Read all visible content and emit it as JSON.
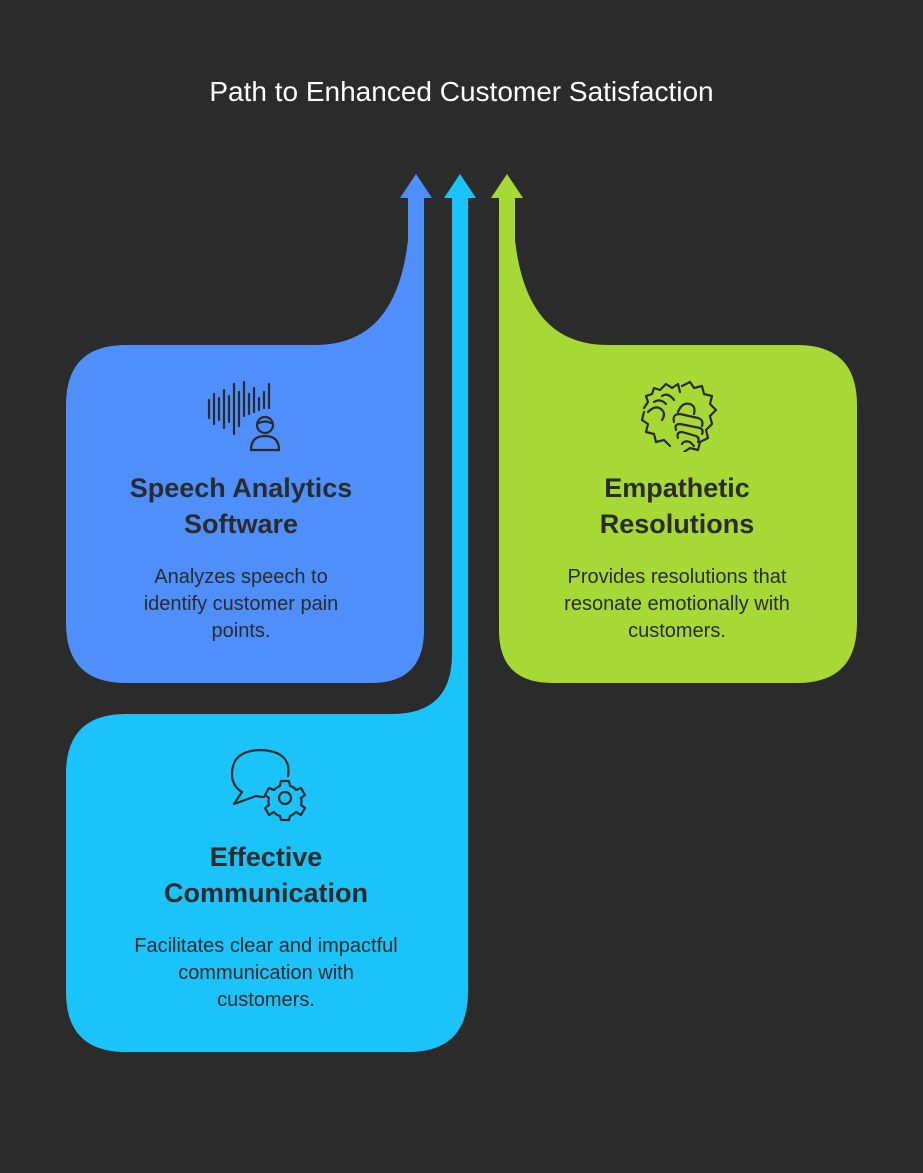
{
  "title": "Path to Enhanced Customer Satisfaction",
  "colors": {
    "background": "#2b2b2b",
    "blue": "#4f8ffc",
    "cyan": "#1bc3fb",
    "green": "#a6d936",
    "text_dark": "#2b2b2b",
    "title_text": "#ffffff"
  },
  "cards": [
    {
      "id": "speech",
      "title": "Speech Analytics\nSoftware",
      "description": "Analyzes speech to\nidentify customer pain\npoints.",
      "icon": "voice-analysis-person-icon"
    },
    {
      "id": "empathy",
      "title": "Empathetic\nResolutions",
      "description": "Provides resolutions that\nresonate emotionally with\ncustomers.",
      "icon": "handshake-puzzle-icon"
    },
    {
      "id": "communication",
      "title": "Effective\nCommunication",
      "description": "Facilitates clear and impactful\ncommunication with\ncustomers.",
      "icon": "chat-bubble-gear-icon"
    }
  ]
}
